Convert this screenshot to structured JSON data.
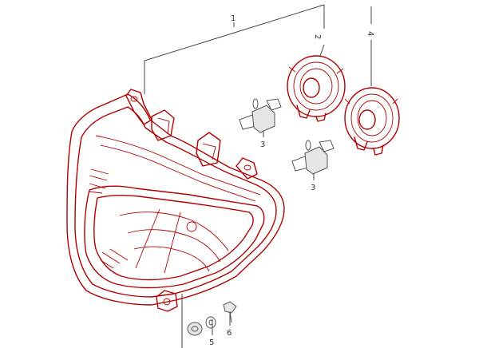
{
  "callouts": [
    {
      "id": "1",
      "text": "1"
    },
    {
      "id": "2",
      "text": "2"
    },
    {
      "id": "3a",
      "text": "3"
    },
    {
      "id": "3b",
      "text": "3"
    },
    {
      "id": "4",
      "text": "4"
    },
    {
      "id": "5",
      "text": "5"
    },
    {
      "id": "6",
      "text": "6"
    }
  ],
  "colors": {
    "part_outline": "#b30000",
    "hardware": "#555555",
    "leader": "#444444"
  }
}
